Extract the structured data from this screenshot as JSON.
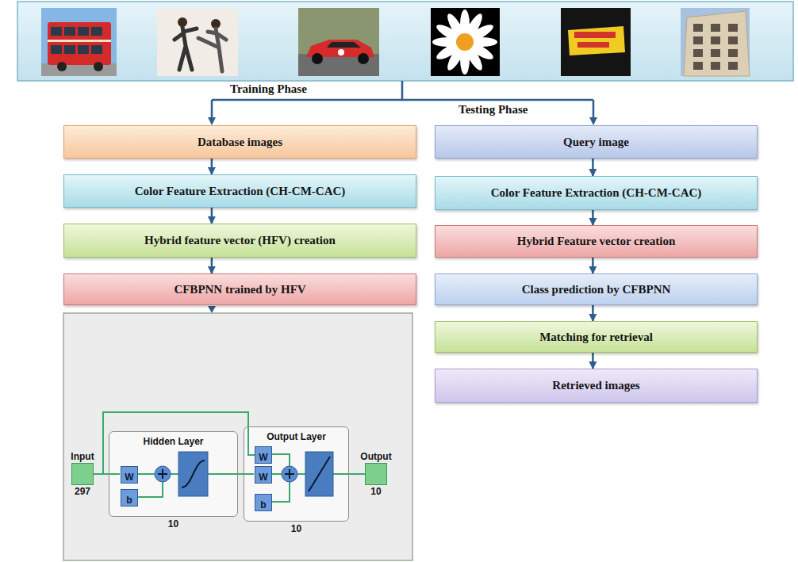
{
  "diagram": {
    "nodes": [
      {
        "text": [
          "Database images"
        ]
      },
      {
        "text": [
          "Color Feature Extraction (CH-CM-CAC)"
        ]
      },
      {
        "text": [
          "Hybrid feature vector (HFV) creation"
        ]
      },
      {
        "text": [
          "CFBPNN trained by HFV"
        ]
      },
      {
        "text": [
          "Input",
          "297"
        ]
      },
      {
        "text": [
          "Hidden Layer",
          "10"
        ]
      },
      {
        "text": [
          "W"
        ],
        "in": 5
      },
      {
        "text": [
          "b"
        ],
        "in": 5
      },
      {
        "text": [
          "Output Layer",
          "10"
        ]
      },
      {
        "text": [
          "W"
        ],
        "in": 8
      },
      {
        "text": [
          "W"
        ],
        "in": 8
      },
      {
        "text": [
          "b"
        ],
        "in": 8
      },
      {
        "text": [
          "Output",
          "10"
        ]
      },
      {
        "text": [
          "Query image"
        ]
      },
      {
        "text": [
          "Color Feature Extraction (CH-CM-CAC)"
        ]
      },
      {
        "text": [
          "Hybrid Feature vector creation"
        ]
      },
      {
        "text": [
          "Class prediction by CFBPNN"
        ]
      },
      {
        "text": [
          "Matching for retrieval"
        ]
      },
      {
        "text": [
          "Retrieved images"
        ]
      }
    ],
    "edges": [
      {
        "from": 0,
        "to": 1,
        "arrow": "to"
      },
      {
        "from": 1,
        "to": 2,
        "arrow": "to"
      },
      {
        "from": 2,
        "to": 3,
        "arrow": "to"
      },
      {
        "from": 4,
        "to": 5,
        "arrow": "none"
      },
      {
        "from": 5,
        "to": 8,
        "arrow": "none"
      },
      {
        "from": 8,
        "to": 12,
        "arrow": "none"
      },
      {
        "from": 4,
        "to": 9,
        "arrow": "none"
      },
      {
        "from": 13,
        "to": 14,
        "arrow": "to"
      },
      {
        "from": 14,
        "to": 15,
        "arrow": "to"
      },
      {
        "from": 15,
        "to": 16,
        "arrow": "to"
      },
      {
        "from": 16,
        "to": 17,
        "arrow": "to"
      },
      {
        "from": 17,
        "to": 18,
        "arrow": "to"
      }
    ],
    "labels": [
      "Training Phase",
      "Testing Phase"
    ]
  }
}
